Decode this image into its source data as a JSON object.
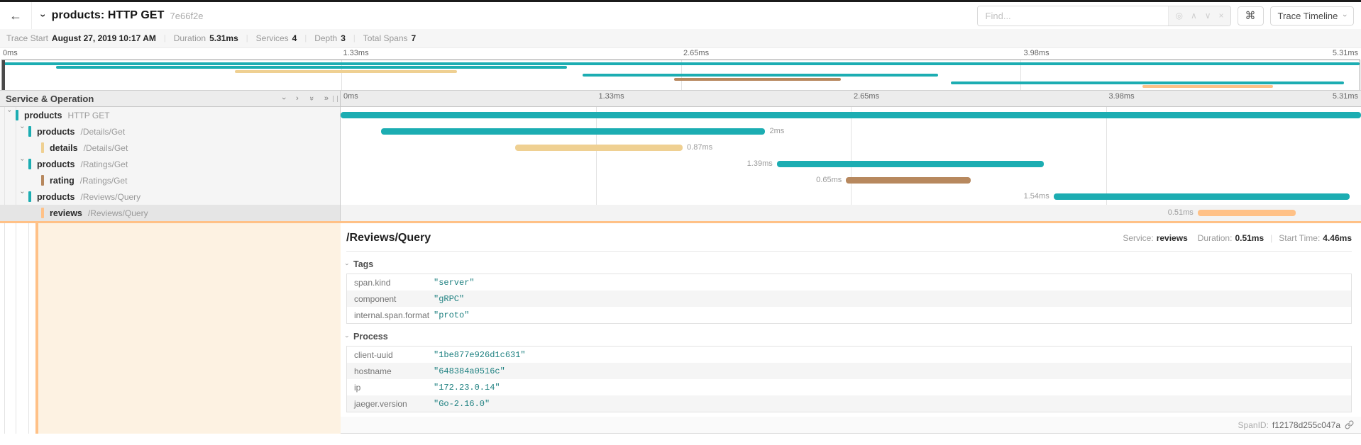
{
  "trace": {
    "duration_ms": 5.31
  },
  "icons": {
    "back": "←",
    "title_chevron": "›",
    "match_scope": "◎",
    "prev_match": "∧",
    "next_match": "∨",
    "clear_match": "×",
    "keyboard_cmd": "⌘",
    "view_dropdown_chevron": "›",
    "collapse_one": "›",
    "expand_one": "›",
    "collapse_all": "»",
    "expand_all": "»",
    "tree_expander": "›",
    "section_chevron": "›"
  },
  "topbar": {
    "title": "products: HTTP GET",
    "trace_id": "7e66f2e",
    "find_placeholder": "Find...",
    "view_button": "Trace Timeline"
  },
  "summary": {
    "items": [
      {
        "label": "Trace Start",
        "value": "August 27, 2019 10:17 AM"
      },
      {
        "label": "Duration",
        "value": "5.31ms"
      },
      {
        "label": "Services",
        "value": "4"
      },
      {
        "label": "Depth",
        "value": "3"
      },
      {
        "label": "Total Spans",
        "value": "7"
      }
    ]
  },
  "ticks": [
    "0ms",
    "1.33ms",
    "2.65ms",
    "3.98ms",
    "5.31ms"
  ],
  "tree_header": {
    "title": "Service & Operation"
  },
  "spans": [
    {
      "service": "products",
      "operation": "HTTP GET",
      "color": "#1CADB2",
      "start_ms": 0.0,
      "duration_ms": 5.31,
      "duration_label": "",
      "label_side": "none",
      "depth": 0,
      "expandable": true,
      "selected": false
    },
    {
      "service": "products",
      "operation": "/Details/Get",
      "color": "#1CADB2",
      "start_ms": 0.21,
      "duration_ms": 2.0,
      "duration_label": "2ms",
      "label_side": "right",
      "depth": 1,
      "expandable": true,
      "selected": false
    },
    {
      "service": "details",
      "operation": "/Details/Get",
      "color": "#EFD092",
      "start_ms": 0.91,
      "duration_ms": 0.87,
      "duration_label": "0.87ms",
      "label_side": "right",
      "depth": 2,
      "expandable": false,
      "selected": false
    },
    {
      "service": "products",
      "operation": "/Ratings/Get",
      "color": "#1CADB2",
      "start_ms": 2.27,
      "duration_ms": 1.39,
      "duration_label": "1.39ms",
      "label_side": "left",
      "depth": 1,
      "expandable": true,
      "selected": false
    },
    {
      "service": "rating",
      "operation": "/Ratings/Get",
      "color": "#B7885E",
      "start_ms": 2.63,
      "duration_ms": 0.65,
      "duration_label": "0.65ms",
      "label_side": "left",
      "depth": 2,
      "expandable": false,
      "selected": false
    },
    {
      "service": "products",
      "operation": "/Reviews/Query",
      "color": "#1CADB2",
      "start_ms": 3.71,
      "duration_ms": 1.54,
      "duration_label": "1.54ms",
      "label_side": "left",
      "depth": 1,
      "expandable": true,
      "selected": false
    },
    {
      "service": "reviews",
      "operation": "/Reviews/Query",
      "color": "#FFC187",
      "start_ms": 4.46,
      "duration_ms": 0.51,
      "duration_label": "0.51ms",
      "label_side": "left",
      "depth": 2,
      "expandable": false,
      "selected": true
    }
  ],
  "detail": {
    "operation": "/Reviews/Query",
    "service_label": "Service:",
    "service": "reviews",
    "duration_label": "Duration:",
    "duration": "0.51ms",
    "start_label": "Start Time:",
    "start": "4.46ms",
    "tags_title": "Tags",
    "tags": [
      {
        "key": "span.kind",
        "value": "\"server\""
      },
      {
        "key": "component",
        "value": "\"gRPC\""
      },
      {
        "key": "internal.span.format",
        "value": "\"proto\""
      }
    ],
    "process_title": "Process",
    "process": [
      {
        "key": "client-uuid",
        "value": "\"1be877e926d1c631\""
      },
      {
        "key": "hostname",
        "value": "\"648384a0516c\""
      },
      {
        "key": "ip",
        "value": "\"172.23.0.14\""
      },
      {
        "key": "jaeger.version",
        "value": "\"Go-2.16.0\""
      }
    ],
    "footer": {
      "span_id_label": "SpanID:",
      "span_id": "f12178d255c047a"
    }
  },
  "colors": {
    "accent": "#FFC187",
    "selected_row": "#e5e5e5"
  }
}
